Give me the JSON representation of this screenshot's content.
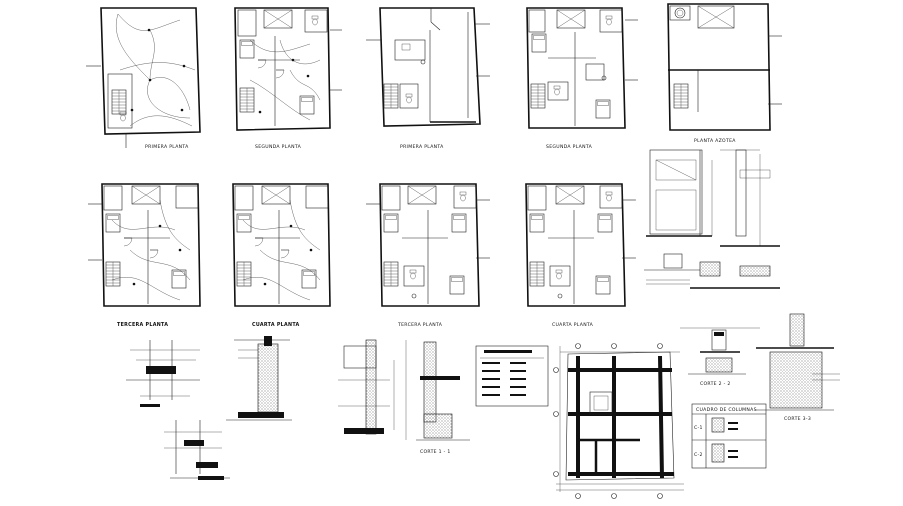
{
  "labels": {
    "plan1": "PRIMERA PLANTA",
    "plan2": "SEGUNDA PLANTA",
    "plan3": "PRIMERA PLANTA",
    "plan4": "SEGUNDA PLANTA",
    "plan5": "PLANTA AZOTEA",
    "plan6": "TERCERA PLANTA",
    "plan7": "CUARTA PLANTA",
    "plan8": "TERCERA PLANTA",
    "plan9": "CUARTA PLANTA",
    "corte11": "CORTE 1 - 1",
    "corte22": "CORTE 2 - 2",
    "corte33": "CORTE 3-3",
    "cuadro_title": "CUADRO DE COLUMNAS",
    "c1": "C-1",
    "c2": "C-2"
  }
}
